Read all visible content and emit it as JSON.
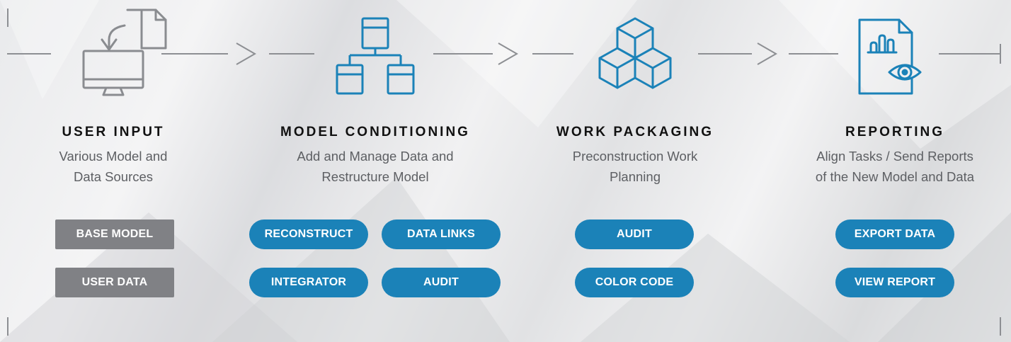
{
  "colors": {
    "accent": "#1b82b8",
    "muted_button": "#808185",
    "line": "#8d8f93",
    "icon_gray": "#8a8c90"
  },
  "steps": [
    {
      "icon": "monitor-file-import-icon",
      "title": "USER INPUT",
      "subtitle": [
        "Various Model and",
        "Data Sources"
      ],
      "buttons": [
        "BASE MODEL",
        "USER DATA"
      ]
    },
    {
      "icon": "hierarchy-icon",
      "title": "MODEL CONDITIONING",
      "subtitle": [
        "Add and Manage Data and",
        "Restructure Model"
      ],
      "buttons": [
        "RECONSTRUCT",
        "DATA LINKS",
        "INTEGRATOR",
        "AUDIT"
      ]
    },
    {
      "icon": "cubes-icon",
      "title": "WORK PACKAGING",
      "subtitle": [
        "Preconstruction Work",
        "Planning"
      ],
      "buttons": [
        "AUDIT",
        "COLOR CODE"
      ]
    },
    {
      "icon": "report-eye-icon",
      "title": "REPORTING",
      "subtitle": [
        "Align Tasks / Send Reports",
        "of the New Model and Data"
      ],
      "buttons": [
        "EXPORT DATA",
        "VIEW REPORT"
      ]
    }
  ]
}
